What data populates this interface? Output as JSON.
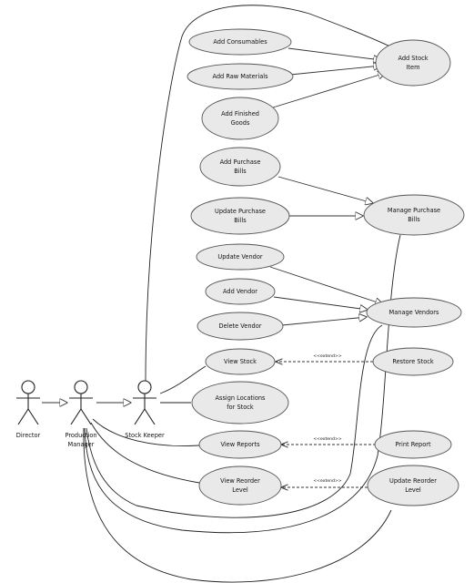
{
  "actors": [
    {
      "id": "director",
      "lines": [
        "Director"
      ]
    },
    {
      "id": "production-manager",
      "lines": [
        "Production",
        "Manager"
      ]
    },
    {
      "id": "stock-keeper",
      "lines": [
        "Stock Keeper"
      ]
    }
  ],
  "use_cases": [
    {
      "id": "add-consumables",
      "lines": [
        "Add Consumables"
      ]
    },
    {
      "id": "add-raw-materials",
      "lines": [
        "Add Raw Materials"
      ]
    },
    {
      "id": "add-finished-goods",
      "lines": [
        "Add Finished",
        "Goods"
      ]
    },
    {
      "id": "add-stock-item",
      "lines": [
        "Add Stock",
        "Item"
      ]
    },
    {
      "id": "add-purchase-bills",
      "lines": [
        "Add Purchase",
        "Bills"
      ]
    },
    {
      "id": "update-purchase-bills",
      "lines": [
        "Update Purchase",
        "Bills"
      ]
    },
    {
      "id": "manage-purchase-bills",
      "lines": [
        "Manage Purchase",
        "Bills"
      ]
    },
    {
      "id": "update-vendor",
      "lines": [
        "Update Vendor"
      ]
    },
    {
      "id": "add-vendor",
      "lines": [
        "Add Vendor"
      ]
    },
    {
      "id": "delete-vendor",
      "lines": [
        "Delete Vendor"
      ]
    },
    {
      "id": "manage-vendors",
      "lines": [
        "Manage Vendors"
      ]
    },
    {
      "id": "view-stock",
      "lines": [
        "View Stock"
      ]
    },
    {
      "id": "restore-stock",
      "lines": [
        "Restore Stock"
      ]
    },
    {
      "id": "assign-locations",
      "lines": [
        "Assign Locations",
        "for Stock"
      ]
    },
    {
      "id": "view-reports",
      "lines": [
        "View Reports"
      ]
    },
    {
      "id": "print-report",
      "lines": [
        "Print Report"
      ]
    },
    {
      "id": "view-reorder-level",
      "lines": [
        "View Reorder",
        "Level"
      ]
    },
    {
      "id": "update-reorder-level",
      "lines": [
        "Update Reorder",
        "Level"
      ]
    }
  ],
  "generalizations": [
    {
      "from": "director",
      "to": "production-manager"
    },
    {
      "from": "production-manager",
      "to": "stock-keeper"
    },
    {
      "from": "add-consumables",
      "to": "add-stock-item"
    },
    {
      "from": "add-raw-materials",
      "to": "add-stock-item"
    },
    {
      "from": "add-finished-goods",
      "to": "add-stock-item"
    },
    {
      "from": "add-purchase-bills",
      "to": "manage-purchase-bills"
    },
    {
      "from": "update-purchase-bills",
      "to": "manage-purchase-bills"
    },
    {
      "from": "update-vendor",
      "to": "manage-vendors"
    },
    {
      "from": "add-vendor",
      "to": "manage-vendors"
    },
    {
      "from": "delete-vendor",
      "to": "manage-vendors"
    }
  ],
  "associations": [
    {
      "from": "stock-keeper",
      "to": "add-stock-item"
    },
    {
      "from": "stock-keeper",
      "to": "view-stock"
    },
    {
      "from": "stock-keeper",
      "to": "assign-locations"
    },
    {
      "from": "production-manager",
      "to": "manage-purchase-bills"
    },
    {
      "from": "production-manager",
      "to": "manage-vendors"
    },
    {
      "from": "production-manager",
      "to": "view-reports"
    },
    {
      "from": "production-manager",
      "to": "view-reorder-level"
    },
    {
      "from": "production-manager",
      "to": "update-reorder-level"
    }
  ],
  "extends": [
    {
      "from": "restore-stock",
      "to": "view-stock",
      "label": "<<extend>>"
    },
    {
      "from": "print-report",
      "to": "view-reports",
      "label": "<<extend>>"
    },
    {
      "from": "update-reorder-level",
      "to": "view-reorder-level",
      "label": "<<extend>>"
    }
  ]
}
